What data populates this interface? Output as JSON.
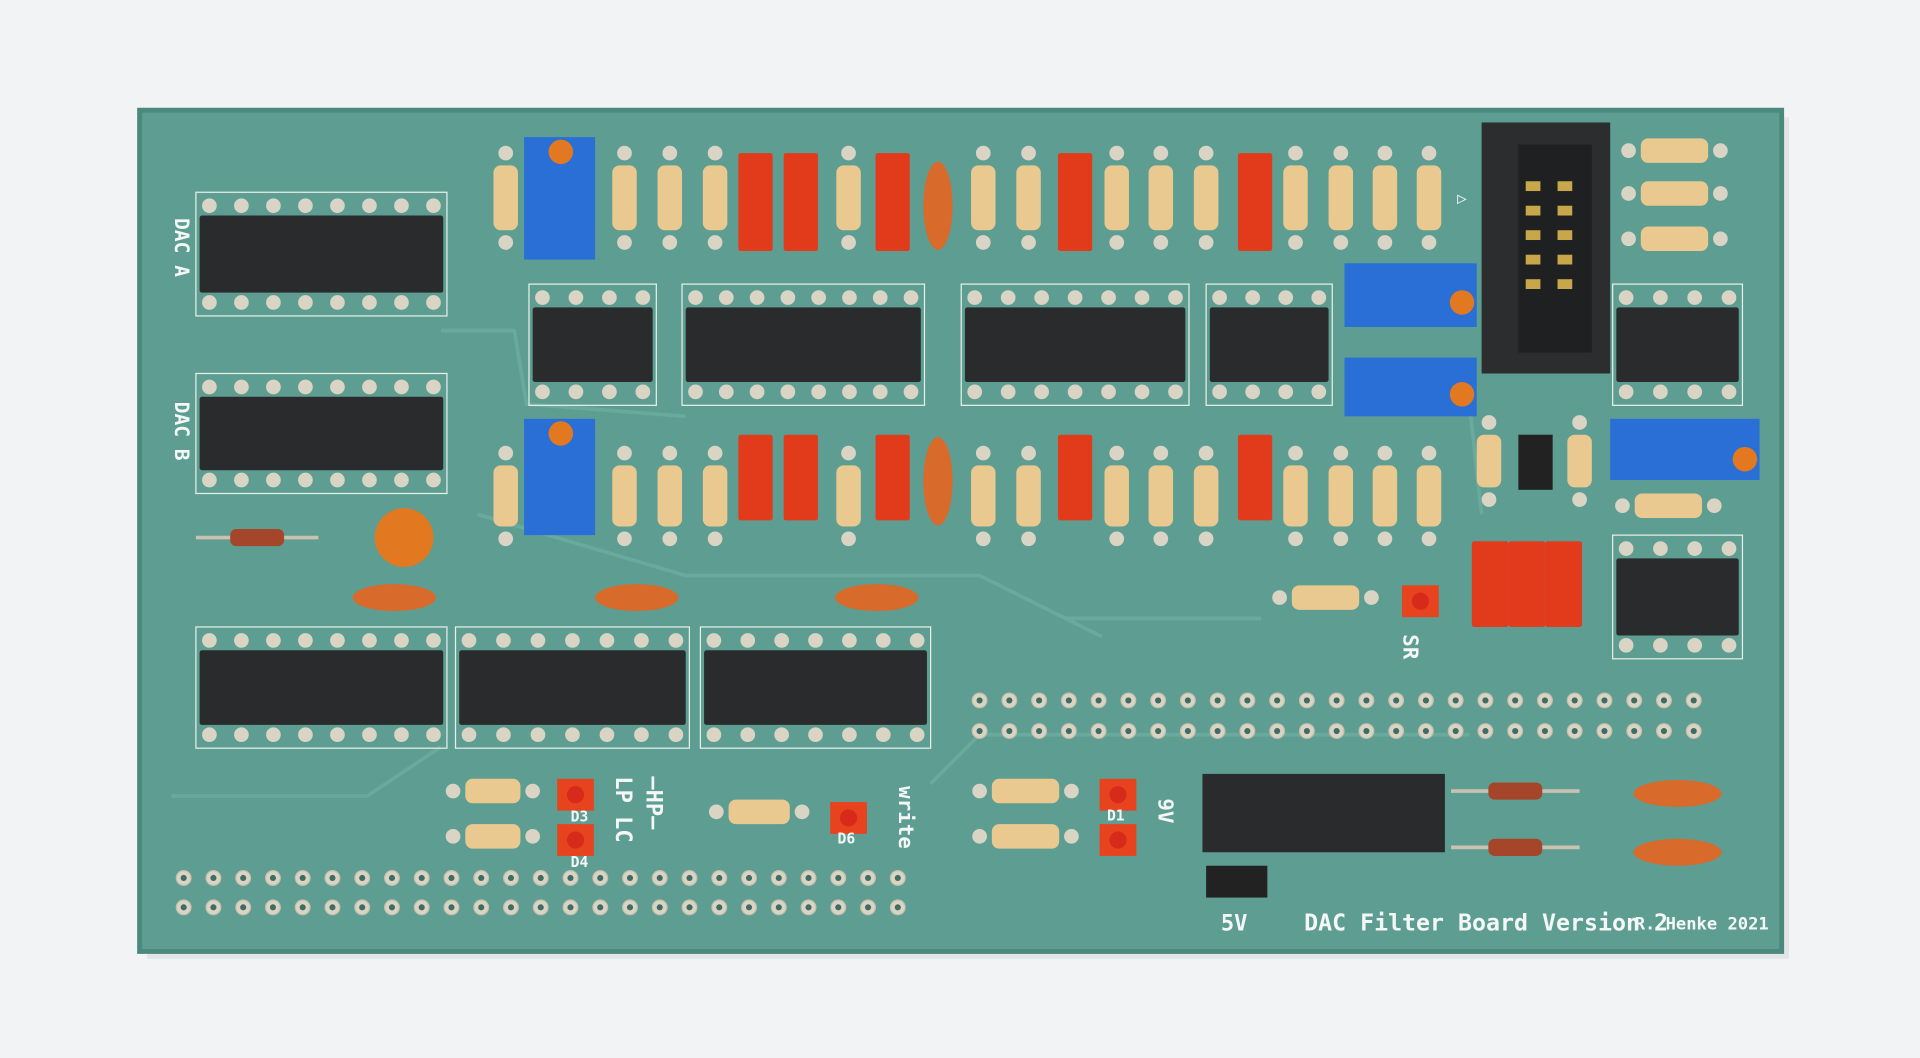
{
  "board": {
    "title": "DAC Filter Board Version 2",
    "author": "R. Henke 2021",
    "labels": {
      "dac_a": "DAC A",
      "dac_b": "DAC B",
      "d1": "D1",
      "d3": "D3",
      "d4": "D4",
      "d6": "D6",
      "lp_lc": "LP LC",
      "hp": "—HP—",
      "write": "write",
      "nine_v": "9V",
      "five_v": "5V",
      "sr": "SR",
      "pin1_marker": "▷"
    },
    "colors": {
      "pcb": "#5e9e92",
      "edge": "#4a8a7e",
      "ic": "#2a2b2c",
      "resistor": "#e9c98f",
      "capacitor_red": "#e23b1c",
      "trimmer": "#2a6fd6",
      "ceramic": "#d86a2c",
      "pad": "#d9d4c4"
    }
  }
}
